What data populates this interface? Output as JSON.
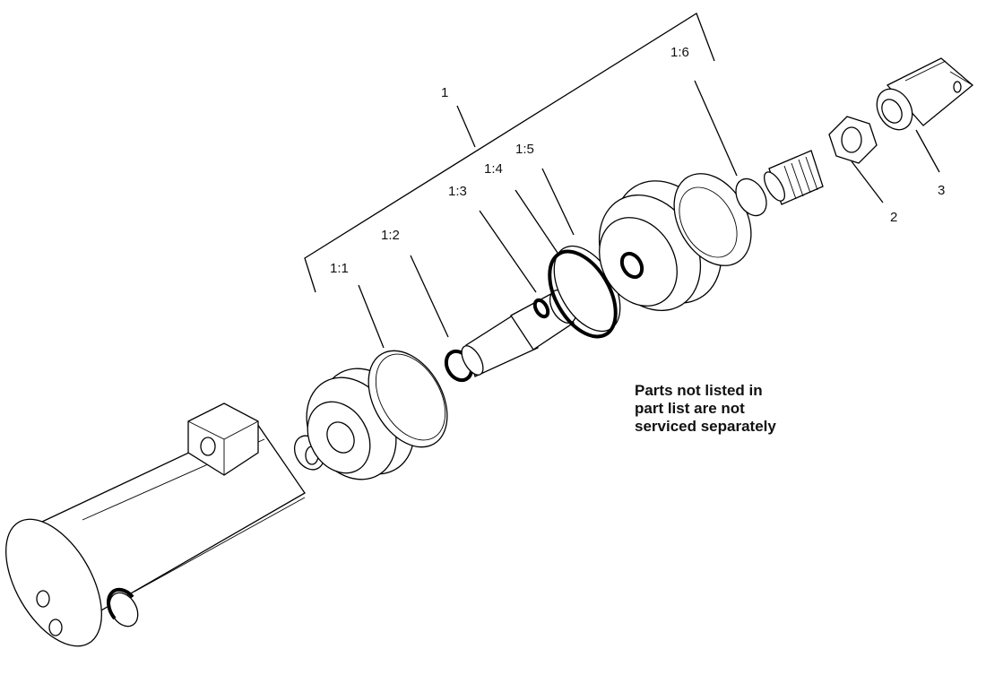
{
  "labels": {
    "assembly": "1",
    "p1_1": "1:1",
    "p1_2": "1:2",
    "p1_3": "1:3",
    "p1_4": "1:4",
    "p1_5": "1:5",
    "p1_6": "1:6",
    "p2": "2",
    "p3": "3"
  },
  "note": {
    "line1": "Parts not listed in",
    "line2": "part list are not",
    "line3": "serviced separately"
  }
}
